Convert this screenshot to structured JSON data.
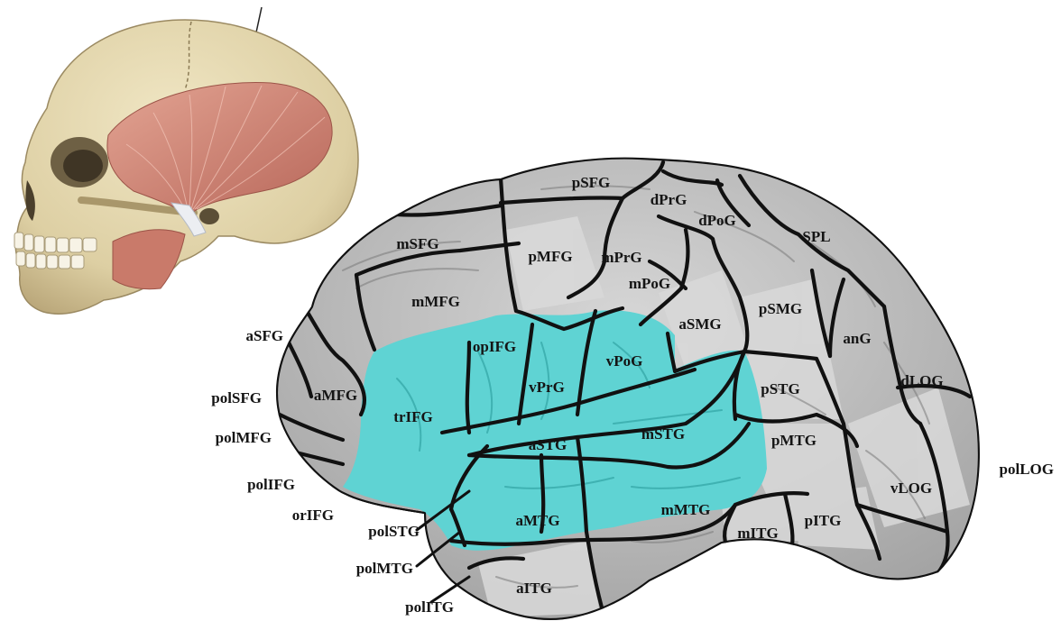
{
  "figure": {
    "colors": {
      "background": "#ffffff",
      "cortex_gray": "#a9a9a9",
      "cortex_light": "#cfcfcf",
      "highlight_cyan": "#5fd3d3",
      "region_border": "#111111",
      "skull_bone": "#e3d6ad",
      "temporalis_muscle": "#d48a76",
      "label_text": "#141414"
    },
    "region_labels": {
      "pSFG": "pSFG",
      "dPrG": "dPrG",
      "dPoG": "dPoG",
      "SPL": "SPL",
      "mSFG": "mSFG",
      "pMFG": "pMFG",
      "mPrG": "mPrG",
      "mPoG": "mPoG",
      "mMFG": "mMFG",
      "aSMG": "aSMG",
      "pSMG": "pSMG",
      "anG": "anG",
      "opIFG": "opIFG",
      "vPoG": "vPoG",
      "vPrG": "vPrG",
      "dLOG": "dLOG",
      "aMFG": "aMFG",
      "pSTG": "pSTG",
      "trIFG": "trIFG",
      "mSTG": "mSTG",
      "aSTG": "aSTG",
      "pMTG": "pMTG",
      "vLOG": "vLOG",
      "mMTG": "mMTG",
      "aMTG": "aMTG",
      "mITG": "mITG",
      "pITG": "pITG",
      "aITG": "aITG"
    },
    "external_labels": {
      "aSFG": "aSFG",
      "polSFG": "polSFG",
      "polMFG": "polMFG",
      "polIFG": "polIFG",
      "orIFG": "orIFG",
      "polSTG": "polSTG",
      "polMTG": "polMTG",
      "polITG": "polITG",
      "polLOG": "polLOG"
    }
  }
}
